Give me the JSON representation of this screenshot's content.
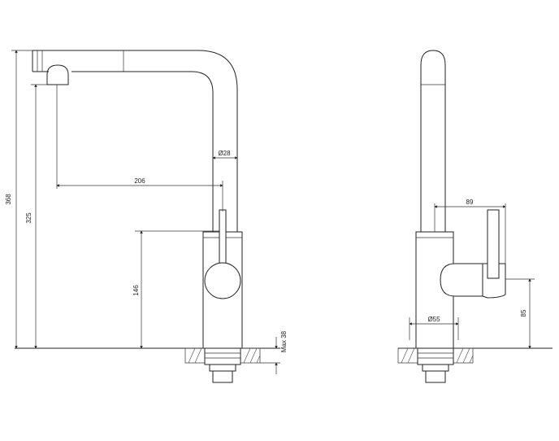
{
  "dimensions": {
    "front_total_height": "368",
    "front_spout_height": "325",
    "front_spout_reach": "206",
    "front_body_diameter": "Ø28",
    "front_lever_height": "146",
    "front_max_deck": "Max 38",
    "side_lever_reach": "89",
    "side_base_diameter": "Ø55",
    "side_lever_height": "85"
  },
  "colors": {
    "line": "#222222",
    "background": "#ffffff"
  }
}
